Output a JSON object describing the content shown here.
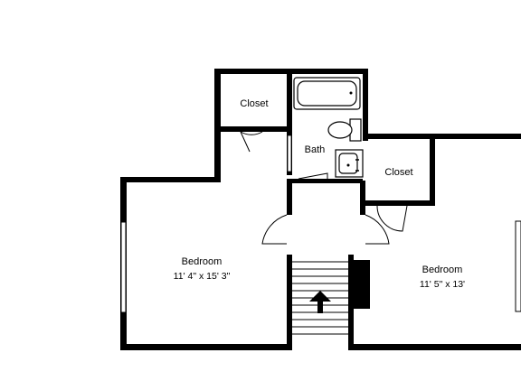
{
  "rooms": {
    "bedroom_left": {
      "label": "Bedroom",
      "dimensions": "11' 4\" x 15' 3\""
    },
    "bedroom_right": {
      "label": "Bedroom",
      "dimensions": "11' 5\" x 13'"
    },
    "closet_top": {
      "label": "Closet"
    },
    "closet_right": {
      "label": "Closet"
    },
    "bath": {
      "label": "Bath"
    }
  },
  "colors": {
    "wall": "#000000",
    "background": "#ffffff"
  },
  "icons": {
    "stairs": "arrow-up-icon",
    "toilet": "toilet-icon",
    "sink": "sink-icon",
    "tub": "bathtub-icon"
  }
}
